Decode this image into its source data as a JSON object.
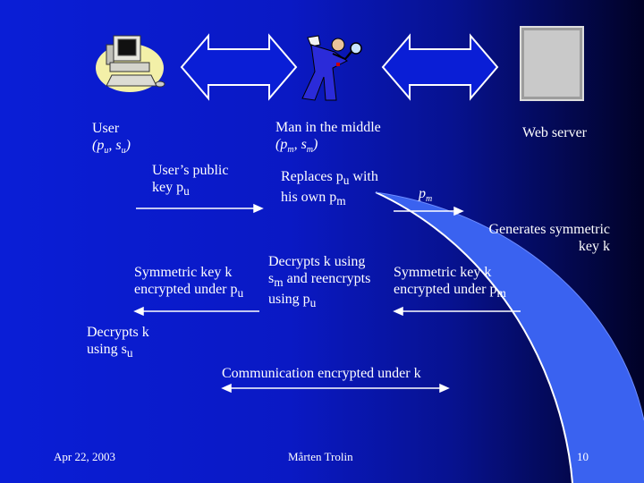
{
  "slide": {
    "entities": {
      "user": {
        "name": "User",
        "keys": "(p",
        "k1": "u",
        "mid": ", s",
        "k2": "u",
        "end": ")"
      },
      "mitm": {
        "name": "Man in the middle",
        "keys": "(p",
        "k1": "m",
        "mid": ", s",
        "k2": "m",
        "end": ")"
      },
      "server": {
        "name": "Web server"
      }
    },
    "steps": {
      "user_public_key": {
        "line1": "User’s public",
        "line2": "key p",
        "sub": "u"
      },
      "replaces": {
        "line1a": "Replaces p",
        "line1sub": "u",
        "line1b": " with",
        "line2": "his own p",
        "line2sub": "m"
      },
      "pm_label": {
        "text": "p",
        "sub": "m"
      },
      "generates": {
        "line1": "Generates symmetric",
        "line2": "key k"
      },
      "decrypts_mitm": {
        "line1": "Decrypts k using",
        "line2a": "s",
        "line2sub": "m",
        "line2b": " and reencrypts",
        "line3": "using  p",
        "line3sub": "u"
      },
      "sym_left": {
        "line1": "Symmetric key k",
        "line2": "encrypted under p",
        "sub": "u"
      },
      "sym_right": {
        "line1": "Symmetric key k",
        "line2": "encrypted under p",
        "sub": "m"
      },
      "user_decrypts": {
        "line1": "Decrypts k",
        "line2": "using s",
        "sub": "u"
      },
      "communication": {
        "text": "Communication encrypted under k"
      }
    },
    "footer": {
      "date": "Apr 22, 2003",
      "author": "Mårten Trolin",
      "page": "10"
    },
    "icons": [
      "computer-clipart-icon",
      "double-arrow-icon",
      "spy-man-icon",
      "double-arrow-icon",
      "server-box-icon"
    ],
    "colors": {
      "background_left": "#0a1ed6",
      "background_right": "#010226",
      "swoosh": "#3a62f0",
      "swoosh_edge": "#ffffff"
    }
  }
}
